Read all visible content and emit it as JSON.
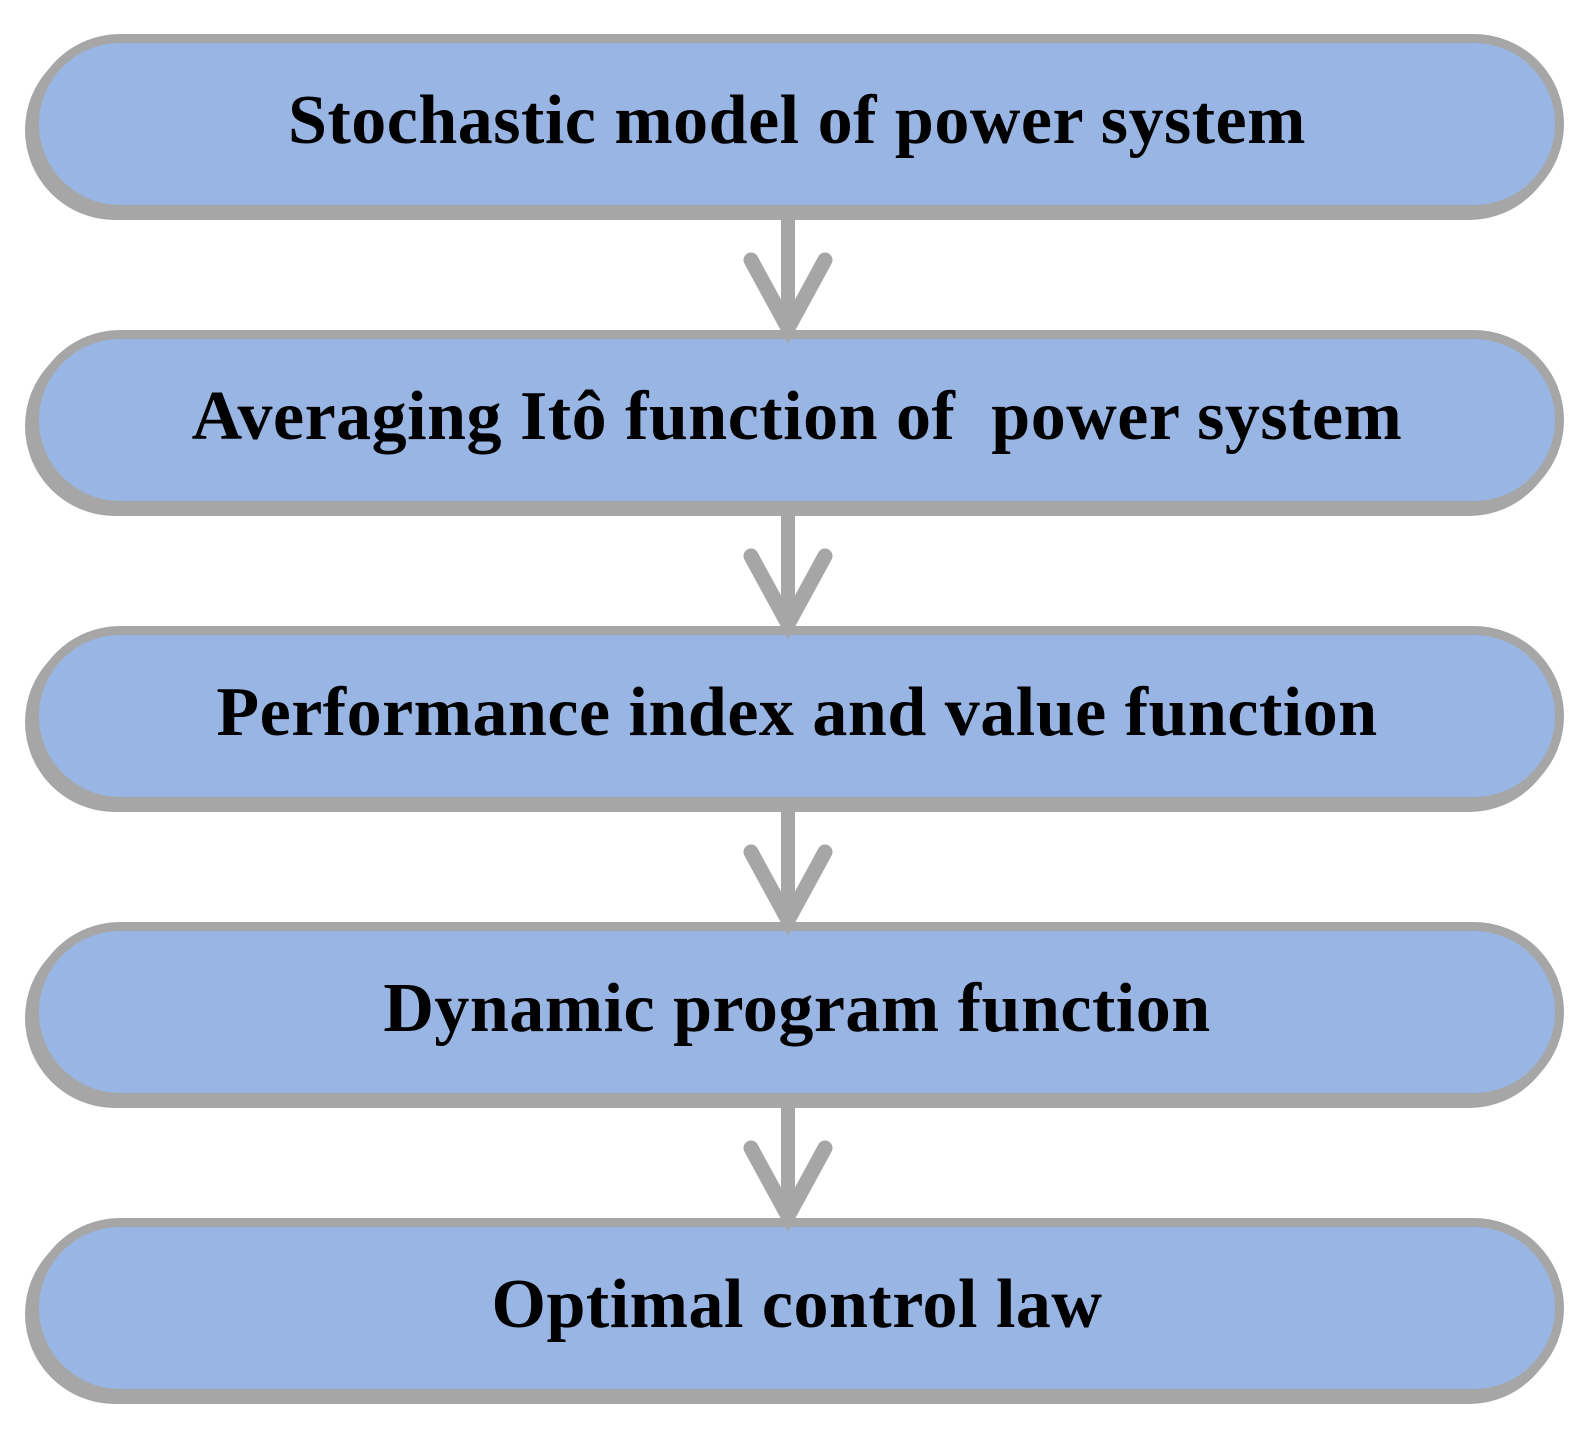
{
  "diagram": {
    "type": "flowchart",
    "direction": "top-down",
    "colors": {
      "box_fill": "#99B5E3",
      "box_border": "#A6A6A6",
      "arrow": "#A6A6A6",
      "text": "#000000",
      "background": "#FFFFFF"
    },
    "nodes": [
      {
        "id": "stochastic-model",
        "label": "Stochastic model of power system"
      },
      {
        "id": "averaging-ito",
        "label": "Averaging Itô function of  power system"
      },
      {
        "id": "performance-index",
        "label": "Performance index and value function"
      },
      {
        "id": "dynamic-program",
        "label": "Dynamic program function"
      },
      {
        "id": "optimal-control",
        "label": "Optimal control law"
      }
    ],
    "edges": [
      {
        "from": "stochastic-model",
        "to": "averaging-ito"
      },
      {
        "from": "averaging-ito",
        "to": "performance-index"
      },
      {
        "from": "performance-index",
        "to": "dynamic-program"
      },
      {
        "from": "dynamic-program",
        "to": "optimal-control"
      }
    ]
  }
}
